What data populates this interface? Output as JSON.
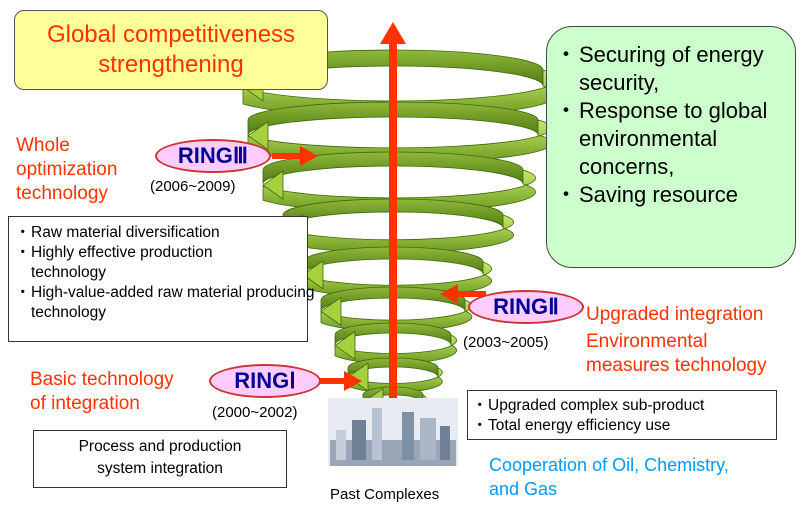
{
  "title": "Global competitiveness strengthening",
  "goals": [
    "Securing of energy security,",
    "Response to global environmental concerns,",
    "Saving resource"
  ],
  "rings": [
    {
      "label": "RINGⅢ",
      "years": "(2006~2009)",
      "tech": [
        "Whole",
        "optimization",
        "technology"
      ]
    },
    {
      "label": "RINGⅡ",
      "years": "(2003~2005)",
      "tech": [
        "Upgraded integration",
        "Environmental",
        "measures technology"
      ]
    },
    {
      "label": "RINGⅠ",
      "years": "(2000~2002)",
      "tech": [
        "Basic technology",
        "of integration"
      ]
    }
  ],
  "ring3_box": [
    "Raw material diversification",
    "Highly effective production technology",
    "High-value-added raw material producing technology"
  ],
  "ring2_box": [
    "Upgraded complex sub-product",
    "Total energy efficiency use"
  ],
  "ring1_box": "Process and production system integration",
  "cooperation": [
    "Cooperation of Oil, Chemistry,",
    "and Gas"
  ],
  "past_complexes": "Past Complexes",
  "colors": {
    "red": "#ff3300",
    "blue": "#0099ff",
    "ring_fill": "#ffccff",
    "ring_text": "#000099",
    "spiral_green": "#99cc33",
    "axis_red": "#ff3300",
    "title_fill": "#ffff99",
    "goal_fill": "#ccffcc"
  }
}
